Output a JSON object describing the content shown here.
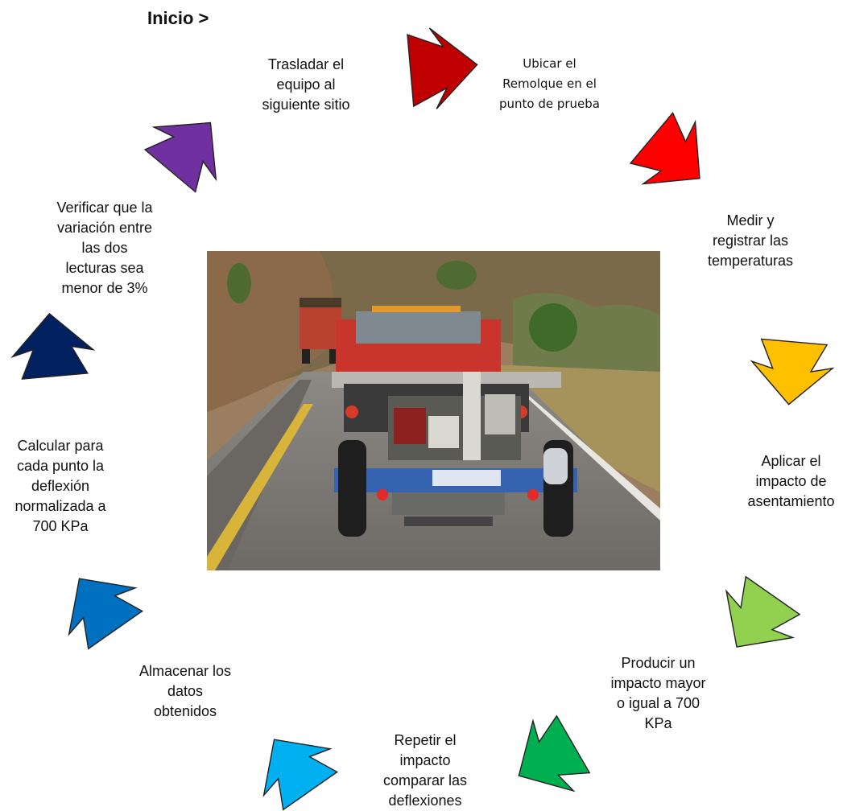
{
  "start_label": "Inicio >",
  "steps": [
    {
      "text": "Ubicar el\nRemolque en el\npunto de prueba",
      "color": "#C00000",
      "icon": "arrow-icon"
    },
    {
      "text": "Medir y\nregistrar las\ntemperaturas",
      "color": "#FF0000",
      "icon": "arrow-icon"
    },
    {
      "text": "Aplicar el\nimpacto de\nasentamiento",
      "color": "#FFC000",
      "icon": "arrow-icon"
    },
    {
      "text": "Producir un\nimpacto mayor\no igual a  700\nKPa",
      "color": "#92D050",
      "icon": "arrow-icon"
    },
    {
      "text": "Repetir el\nimpacto\ncomparar las\ndeflexiones",
      "color": "#00B050",
      "icon": "arrow-icon"
    },
    {
      "text": "Almacenar los\ndatos\nobtenidos",
      "color": "#00B0F0",
      "icon": "arrow-icon"
    },
    {
      "text": "Calcular para\ncada punto la\ndeflexión\nnormalizada a\n700 KPa",
      "color": "#0070C0",
      "icon": "arrow-icon"
    },
    {
      "text": "Verificar que la\nvariación entre\nlas dos\nlecturas sea\nmenor de 3%",
      "color": "#002060",
      "icon": "arrow-icon"
    },
    {
      "text": "Trasladar el\nequipo al\nsiguiente sitio",
      "color": "#7030A0",
      "icon": "arrow-icon"
    }
  ],
  "photo": {
    "icon": "trailer-photo"
  }
}
